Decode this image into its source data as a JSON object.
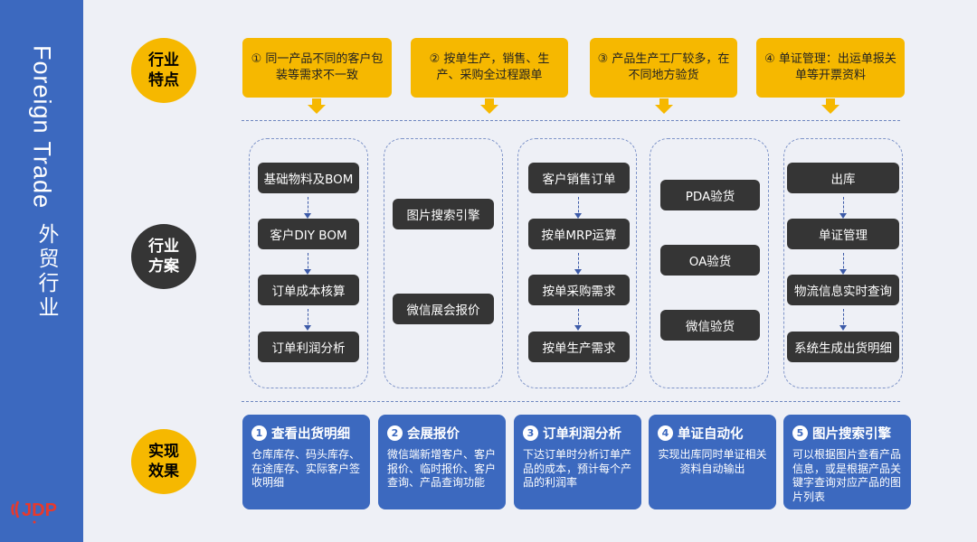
{
  "sidebar": {
    "title_en": "Foreign Trade",
    "title_cn": "外贸行业",
    "logo_text": "JDP",
    "accent": "#3c69bf"
  },
  "rows": {
    "features_label": "行业特点",
    "solutions_label": "行业方案",
    "effects_label": "实现效果"
  },
  "features": [
    {
      "text": "① 同一产品不同的客户包装等需求不一致"
    },
    {
      "text": "② 按单生产，销售、生产、采购全过程跟单"
    },
    {
      "text": "③ 产品生产工厂较多，在不同地方验货"
    },
    {
      "text": "④ 单证管理：出运单报关单等开票资料"
    }
  ],
  "solutions": [
    {
      "items": [
        "基础物料及BOM",
        "客户DIY BOM",
        "订单成本核算",
        "订单利润分析"
      ]
    },
    {
      "items": [
        "图片搜索引擎",
        "微信展会报价"
      ]
    },
    {
      "items": [
        "客户销售订单",
        "按单MRP运算",
        "按单采购需求",
        "按单生产需求"
      ]
    },
    {
      "items": [
        "PDA验货",
        "OA验货",
        "微信验货"
      ]
    },
    {
      "items": [
        "出库",
        "单证管理",
        "物流信息实时查询",
        "系统生成出货明细"
      ]
    }
  ],
  "effects": [
    {
      "num": "1",
      "title": "查看出货明细",
      "body": "仓库库存、码头库存、在途库存、实际客户签收明细"
    },
    {
      "num": "2",
      "title": "会展报价",
      "body": "微信端新增客户、客户报价、临时报价、客户查询、产品查询功能"
    },
    {
      "num": "3",
      "title": "订单利润分析",
      "body": "下达订单时分析订单产品的成本，预计每个产品的利润率"
    },
    {
      "num": "4",
      "title": "单证自动化",
      "body": "实现出库同时单证相关资料自动输出"
    },
    {
      "num": "5",
      "title": "图片搜索引擎",
      "body": "可以根据图片查看产品信息，或是根据产品关键字查询对应产品的图片列表"
    }
  ],
  "colors": {
    "yellow": "#f6b800",
    "dark": "#353535",
    "blue": "#3c69bf",
    "background": "#eef0f6"
  }
}
